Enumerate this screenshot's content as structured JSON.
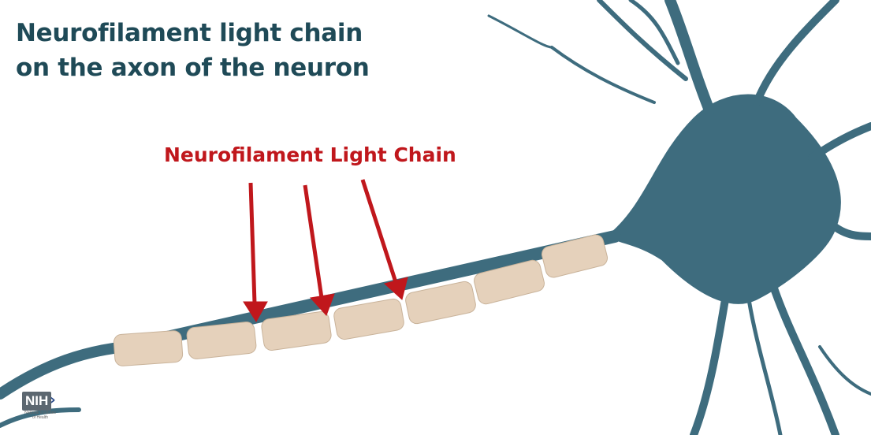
{
  "title_line1": "Neurofilament light chain",
  "title_line2": "on the axon of the neuron",
  "label": "Neurofilament Light Chain",
  "logo": {
    "text": "NIH",
    "subtitle_line1": "National Institutes",
    "subtitle_line2": "of Health"
  },
  "colors": {
    "neuron": "#3e6c7e",
    "segment": "#e5d1bb",
    "arrow": "#c0171c",
    "title": "#1f4a57"
  }
}
